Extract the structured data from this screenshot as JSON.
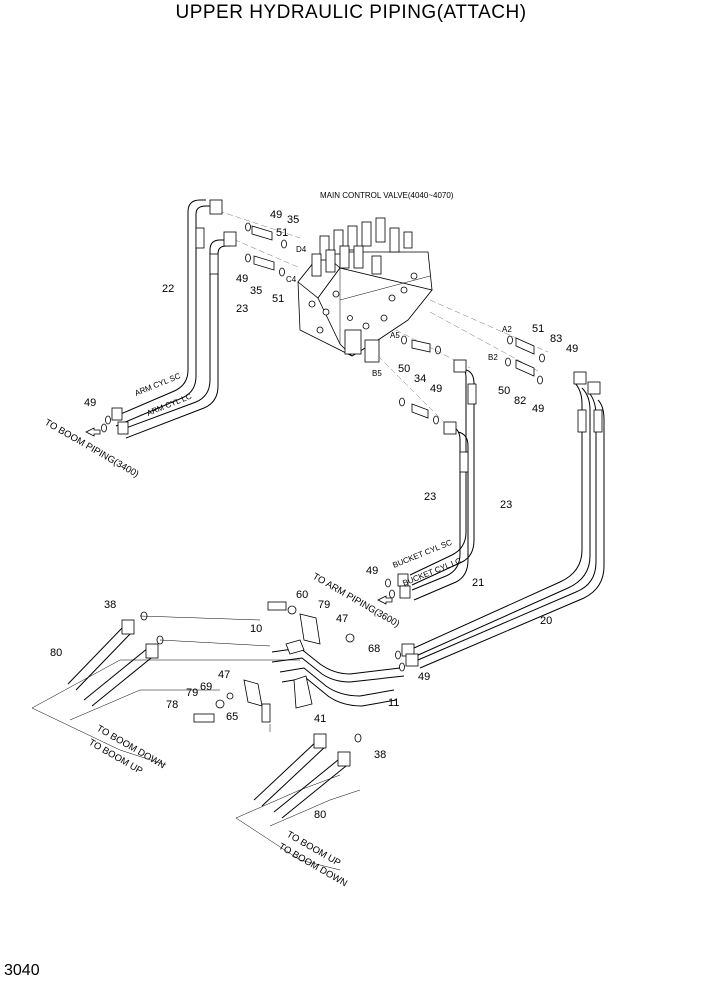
{
  "title": "UPPER HYDRAULIC PIPING(ATTACH)",
  "page_number": "3040",
  "valve_label": "MAIN CONTROL VALVE(4040~4070)",
  "port_labels": [
    "D4",
    "C4",
    "A2",
    "B2",
    "A5",
    "B5"
  ],
  "callouts": [
    "22",
    "23",
    "49",
    "35",
    "51",
    "49",
    "35",
    "51",
    "49",
    "23",
    "23",
    "51",
    "83",
    "49",
    "50",
    "34",
    "49",
    "50",
    "82",
    "49",
    "49",
    "21",
    "20",
    "60",
    "79",
    "47",
    "10",
    "68",
    "38",
    "80",
    "47",
    "69",
    "79",
    "78",
    "65",
    "41",
    "11",
    "49",
    "38",
    "80"
  ],
  "directions": {
    "to_boom_piping": "TO BOOM PIPING(3400)",
    "to_arm_piping": "TO ARM PIPING(3600)",
    "arm_cyl_sc": "ARM CYL SC",
    "arm_cyl_lc": "ARM CYL LC",
    "bucket_cyl_sc": "BUCKET CYL SC",
    "bucket_cyl_lc": "BUCKET CYL LC",
    "to_boom_down": "TO BOOM DOWN",
    "to_boom_up": "TO BOOM UP"
  }
}
